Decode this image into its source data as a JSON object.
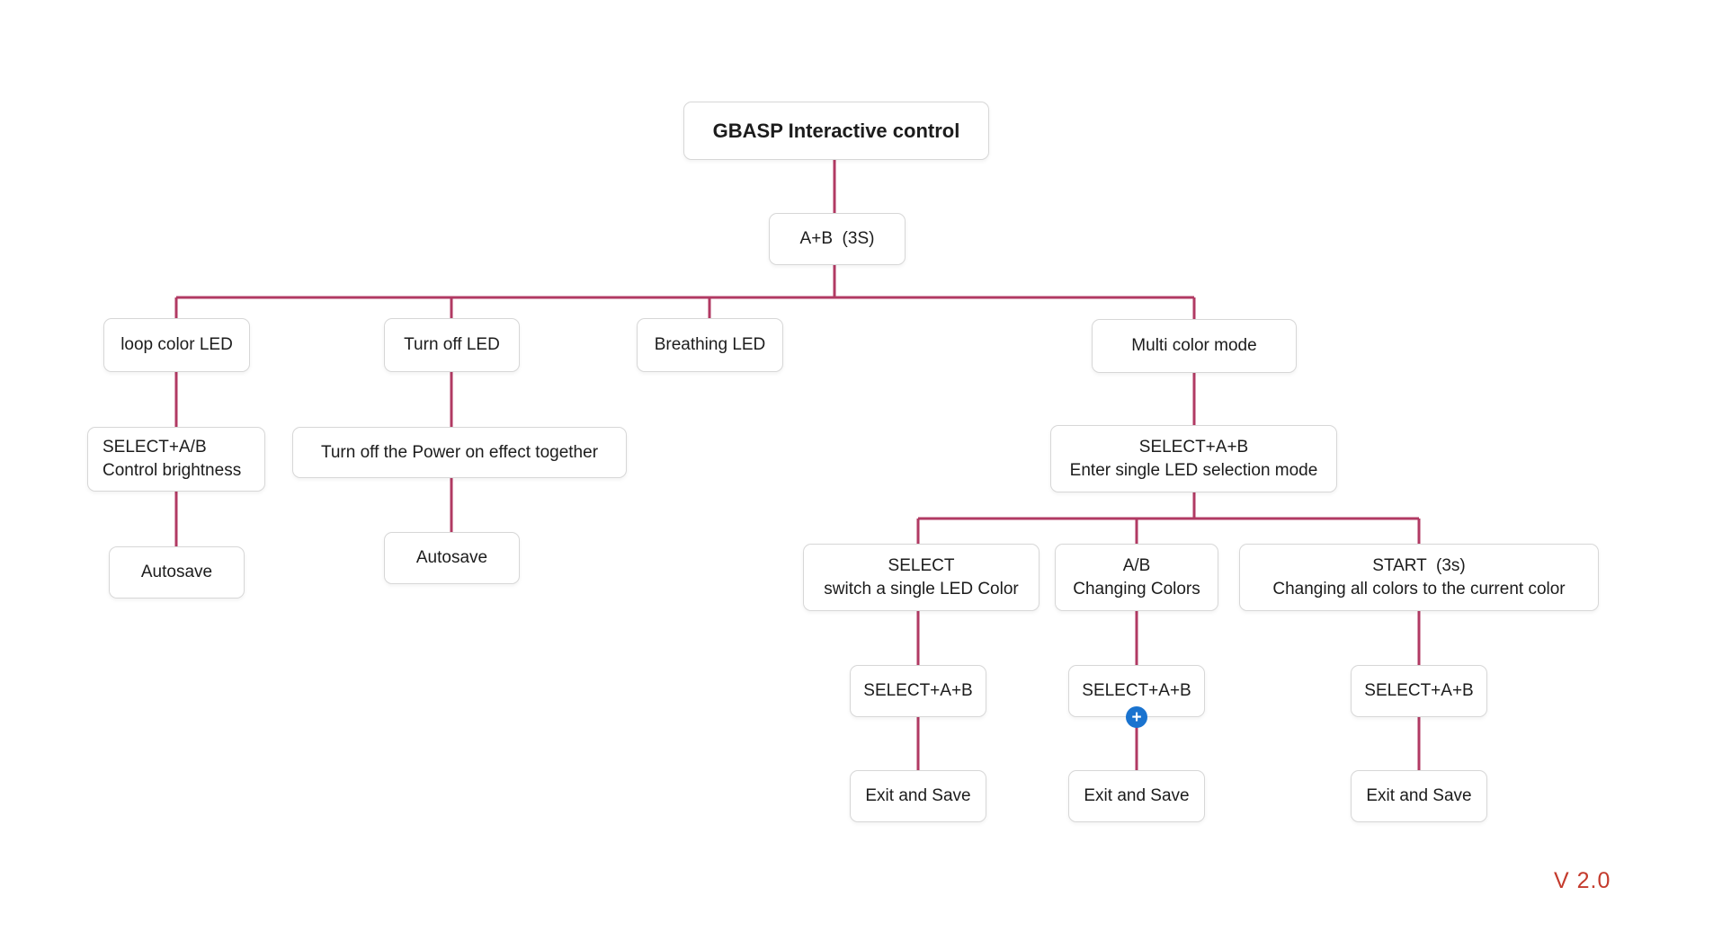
{
  "diagram_title": "GBASP Interactive control",
  "version_label": "V 2.0",
  "nodes": {
    "trigger_ab_3s": {
      "label": "A+B  (3S)"
    },
    "loop_color_led": {
      "label": "loop color LED"
    },
    "turn_off_led": {
      "label": "Turn off LED"
    },
    "breathing_led": {
      "label": "Breathing LED"
    },
    "multi_color_mode": {
      "label": "Multi color mode"
    },
    "select_ab_brightness": {
      "line1": "SELECT+A/B",
      "line2": "Control brightness"
    },
    "turn_off_power_effect": {
      "label": "Turn off the Power on effect together"
    },
    "autosave_left": {
      "label": "Autosave"
    },
    "autosave_mid": {
      "label": "Autosave"
    },
    "select_ab_enter": {
      "line1": "SELECT+A+B",
      "line2": "Enter single LED selection mode"
    },
    "select_switch_color": {
      "line1": "SELECT",
      "line2": "switch a single LED Color"
    },
    "ab_changing_colors": {
      "line1": "A/B",
      "line2": "Changing Colors"
    },
    "start_changing_all": {
      "line1": "START  (3s)",
      "line2": "Changing all colors to the current color"
    },
    "select_ab_exit_1": {
      "label": "SELECT+A+B"
    },
    "select_ab_exit_2": {
      "label": "SELECT+A+B"
    },
    "select_ab_exit_3": {
      "label": "SELECT+A+B"
    },
    "exit_and_save_1": {
      "label": "Exit and Save"
    },
    "exit_and_save_2": {
      "label": "Exit and Save"
    },
    "exit_and_save_3": {
      "label": "Exit and Save"
    }
  },
  "plus_button": {
    "glyph": "+"
  },
  "colors": {
    "connector": "#b13a63",
    "node_border": "#d7d7d7",
    "text": "#1c1c1c",
    "version_text": "#c43a2c",
    "plus_button_bg": "#1a73cf"
  }
}
